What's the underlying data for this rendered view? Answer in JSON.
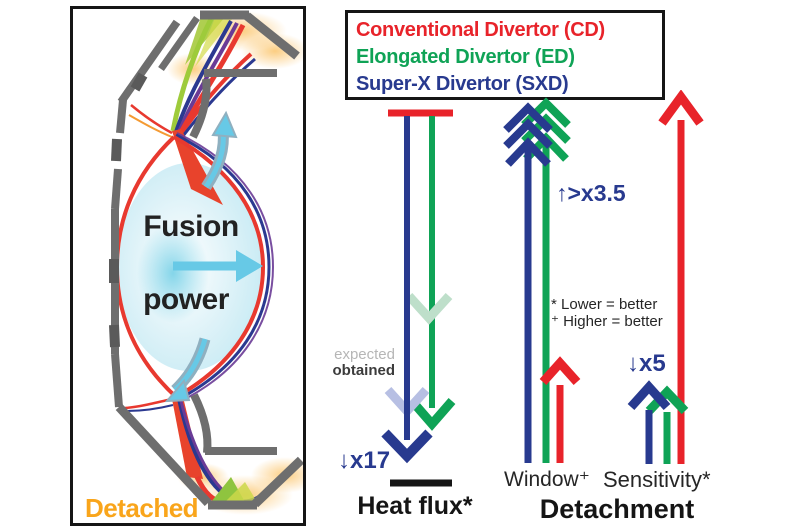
{
  "legend": {
    "items": [
      {
        "id": "CD",
        "label": "Conventional Divertor (CD)",
        "color": "#e8232a"
      },
      {
        "id": "ED",
        "label": "Elongated Divertor (ED)",
        "color": "#0fa356"
      },
      {
        "id": "SXD",
        "label": "Super-X Divertor (SXD)",
        "color": "#283a8f"
      }
    ]
  },
  "left_panel": {
    "fusion_line1": "Fusion",
    "fusion_line2": "power",
    "detached_label": "Detached"
  },
  "heat_flux": {
    "label": "Heat flux*",
    "factor": "↓x17",
    "expected_label": "expected",
    "obtained_label": "obtained"
  },
  "window": {
    "label": "Window⁺",
    "factor": "↑>x3.5"
  },
  "sensitivity": {
    "label": "Sensitivity*",
    "factor": "↓x5"
  },
  "detachment_label": "Detachment",
  "notes": {
    "line1": "* Lower = better",
    "line2": "⁺ Higher = better"
  },
  "colors": {
    "cd_red": "#e8232a",
    "ed_green": "#0fa356",
    "sxd_blue": "#283a8f",
    "faded_blue": "#b7bfe3",
    "faded_green": "#bedfca",
    "detached_orange": "#f9a51b",
    "wall_gray": "#6e6e6e",
    "plasma_cyan": "#67c9e6"
  }
}
